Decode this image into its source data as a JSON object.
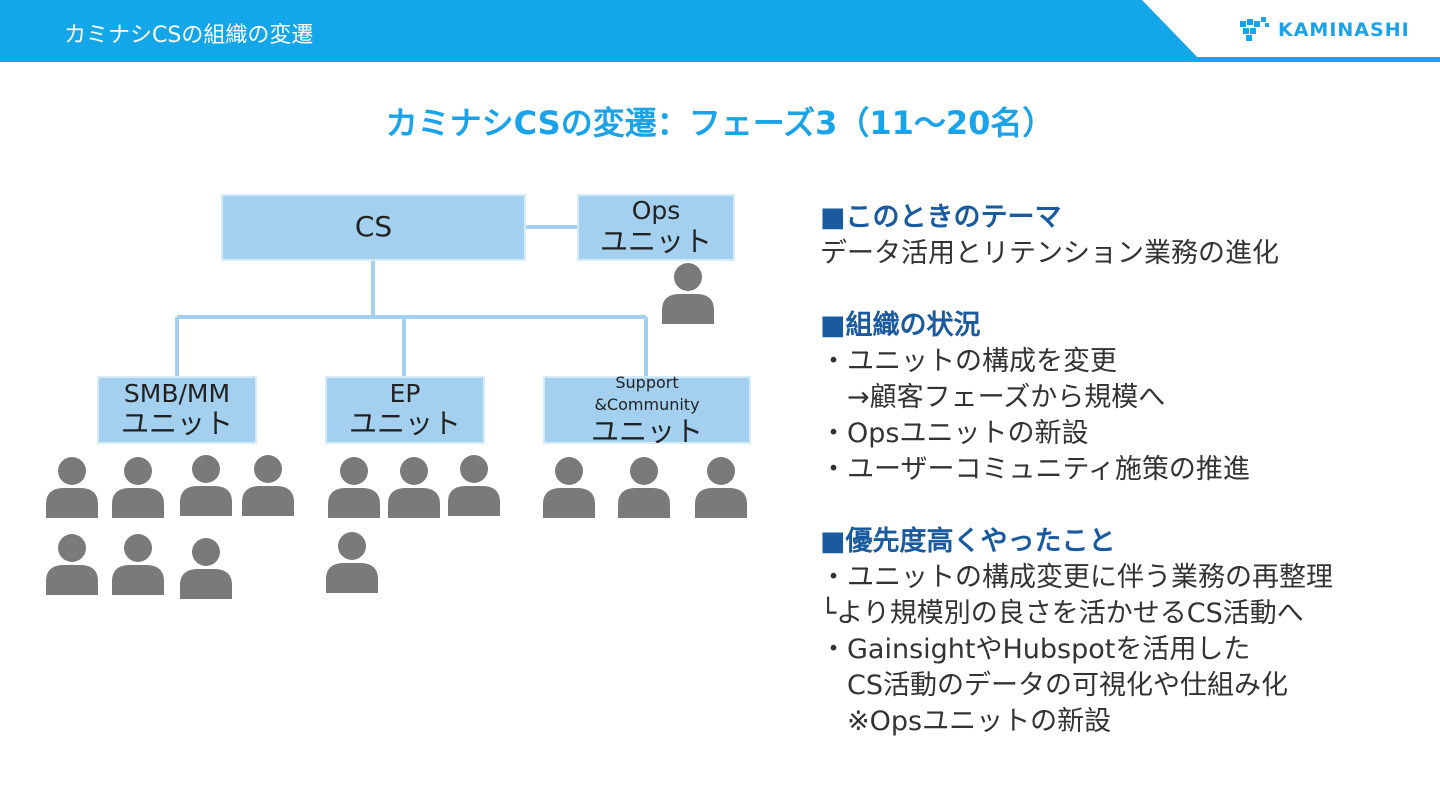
{
  "header": {
    "title": "カミナシCSの組織の変遷",
    "logo_text": "KAMINASHI",
    "bar_color": "#13a6e8",
    "logo_icon": "kaminashi-logo-icon"
  },
  "slide_title": "カミナシCSの変遷：フェーズ3（11〜20名）",
  "org_chart": {
    "cs": {
      "label": "CS"
    },
    "ops": {
      "line1": "Ops",
      "line2": "ユニット",
      "members": 1
    },
    "smb": {
      "line1": "SMB/MM",
      "line2": "ユニット",
      "members": 7
    },
    "ep": {
      "line1": "EP",
      "line2": "ユニット",
      "members": 4
    },
    "support": {
      "line1": "Support",
      "line1b": "&Community",
      "line2": "ユニット",
      "members": 3
    },
    "person_icon": "person-icon",
    "box_color": "#a3d0ef",
    "line_color": "#a3d0ef"
  },
  "sections": [
    {
      "heading": "■このときのテーマ",
      "lines": [
        "データ活用とリテンション業務の進化"
      ]
    },
    {
      "heading": "■組織の状況",
      "lines": [
        "・ユニットの構成を変更",
        "　→顧客フェーズから規模へ",
        "・Opsユニットの新設",
        "・ユーザーコミュニティ施策の推進"
      ]
    },
    {
      "heading": "■優先度高くやったこと",
      "lines": [
        "・ユニットの構成変更に伴う業務の再整理",
        "└より規模別の良さを活かせるCS活動へ",
        "・GainsightやHubspotを活用した",
        "　CS活動のデータの可視化や仕組み化",
        "　※Opsユニットの新設"
      ]
    }
  ]
}
